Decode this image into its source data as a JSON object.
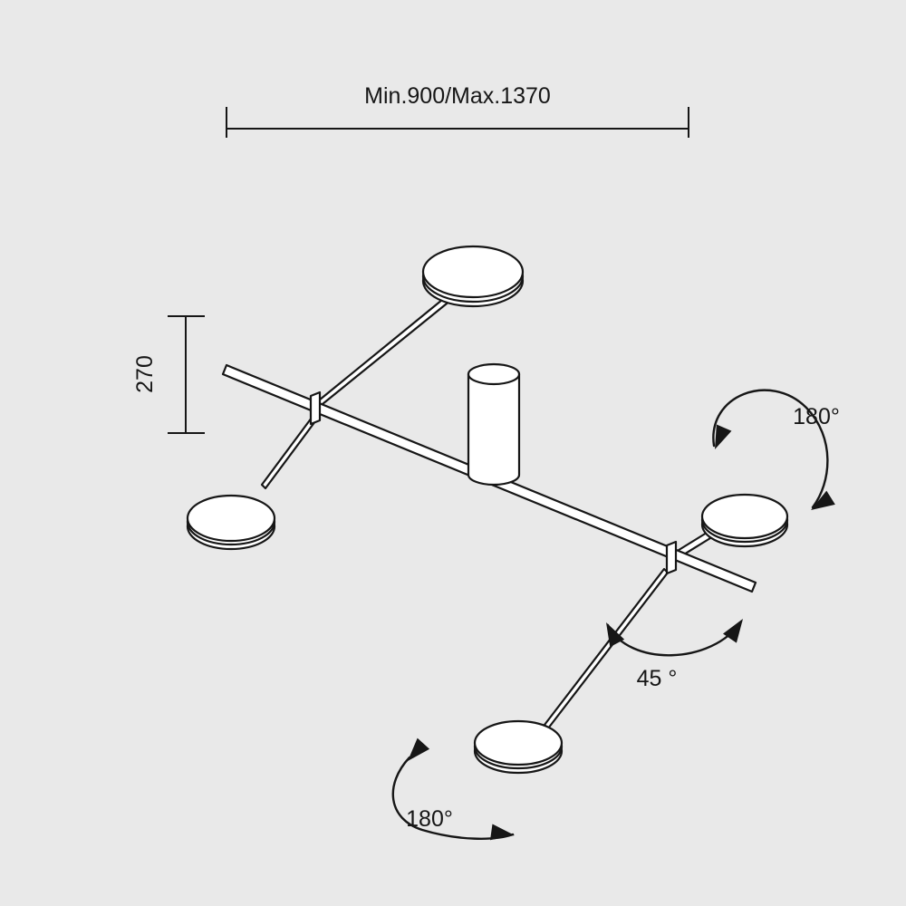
{
  "diagram": {
    "type": "technical-dimension-drawing",
    "subject": "four-head adjustable track ceiling light",
    "background_color": "#e9e9e9",
    "line_color": "#161616",
    "labels": {
      "width": "Min.900/Max.1370",
      "height": "270",
      "rotation_right": "180°",
      "rotation_mid": "45 °",
      "rotation_bottom": "180°"
    }
  }
}
